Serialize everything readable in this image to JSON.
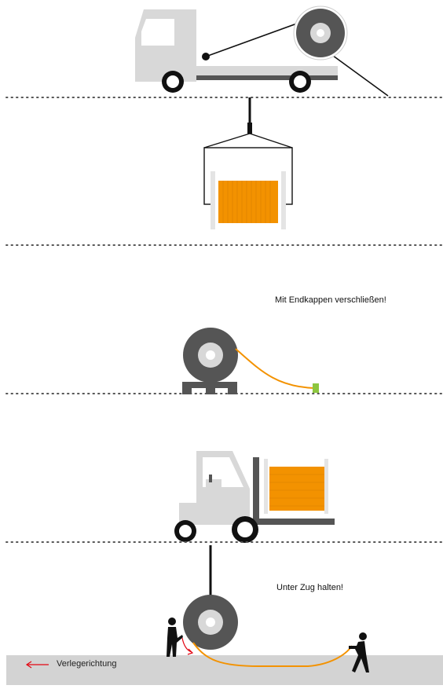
{
  "notes": {
    "end_caps": "Mit Endkappen verschließen!",
    "tension": "Unter Zug halten!",
    "laying_direction": "Verlegerichtung"
  },
  "colors": {
    "cable_orange": "#f39200",
    "truck_gray": "#d8d8d8",
    "drum_dark": "#555555",
    "end_cap_green": "#8dc63f",
    "arrow_red": "#e30613",
    "ground_gray": "#d3d3d3",
    "divider_dots": "#555555"
  },
  "icons": [
    "truck-icon",
    "cable-drum-icon",
    "crane-sling-icon",
    "forklift-icon",
    "worker-icon",
    "laying-direction-arrow-icon"
  ]
}
